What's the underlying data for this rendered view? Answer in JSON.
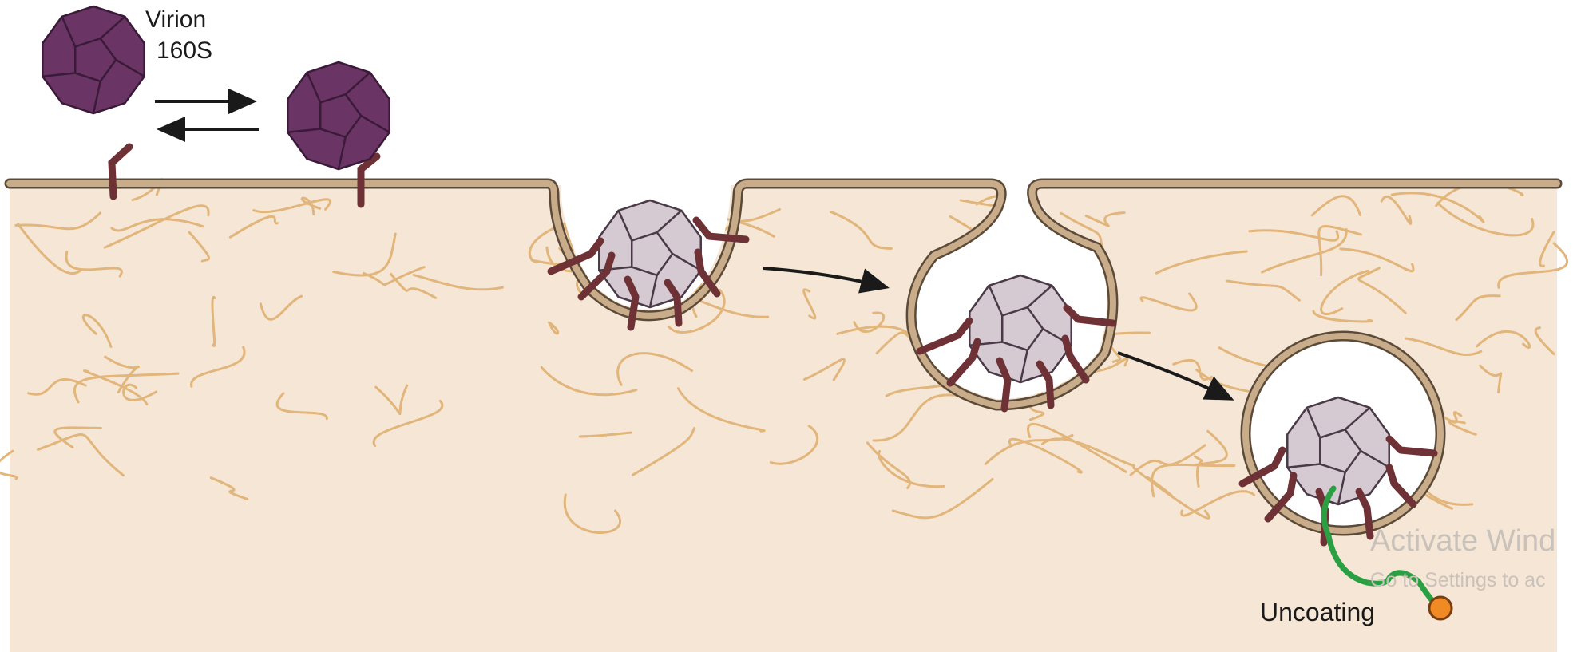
{
  "labels": {
    "virion_line1": "Virion",
    "virion_line2": "160S",
    "uncoating": "Uncoating"
  },
  "watermark": {
    "title": "Activate Wind",
    "subtitle": "Go to Settings to ac"
  },
  "colors": {
    "cytoplasm": "#f5e6d6",
    "membrane": "#c9ad8b",
    "membrane_outline": "#5c4a38",
    "cytoskeleton": "#e2b57a",
    "virion_outside": "#6a3565",
    "virion_inside": "#d6cad2",
    "receptor": "#6e3135",
    "rna": "#2aa043",
    "rna_end": "#f08a24",
    "arrow": "#1a1a1a"
  }
}
